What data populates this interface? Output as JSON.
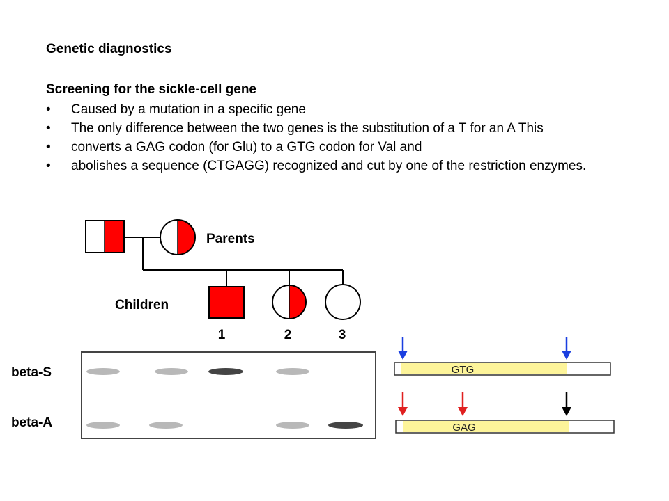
{
  "slide": {
    "title": "Genetic diagnostics",
    "subtitle": "Screening for the sickle-cell gene",
    "bullets": [
      "Caused by a mutation in a specific gene",
      "The only difference between the two genes is the substitution of a T for an A This",
      "converts a GAG codon (for Glu) to a GTG codon for Val and",
      "abolishes a sequence (CTGAGG) recognized and cut by one of the restriction enzymes."
    ],
    "bullet_symbol": "•"
  },
  "pedigree": {
    "parents_label": "Parents",
    "children_label": "Children",
    "child_numbers": [
      "1",
      "2",
      "3"
    ]
  },
  "gel": {
    "row_labels": [
      "beta-S",
      "beta-A"
    ]
  },
  "restriction_map": {
    "top_codon": "GTG",
    "bottom_codon": "GAG"
  },
  "colors": {
    "affected": "#ff0000",
    "blue_arrow": "#1a3fe0",
    "red_arrow": "#e02020",
    "codon_highlight": "#fdf49a",
    "band_light": "#b8b8b8",
    "band_dark": "#444444"
  }
}
